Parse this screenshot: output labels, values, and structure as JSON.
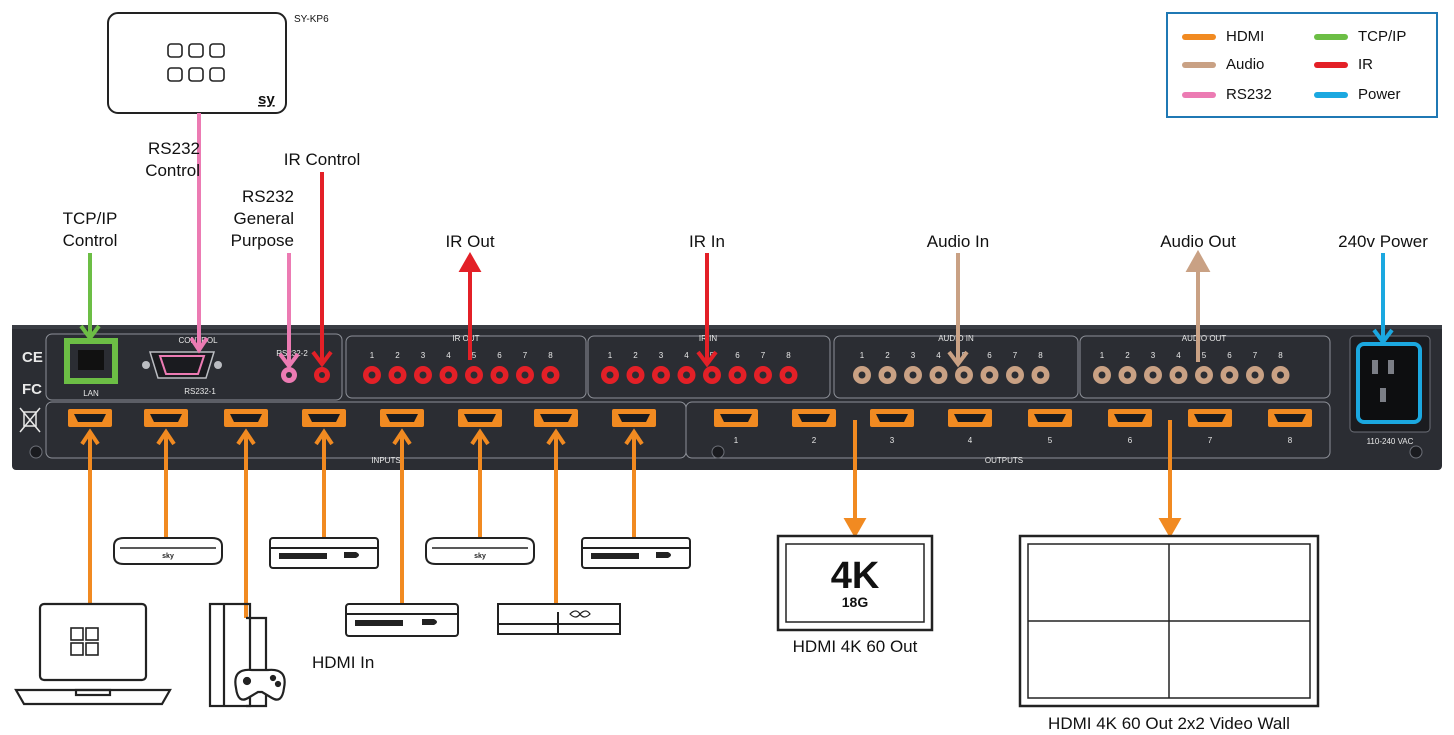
{
  "legend": [
    {
      "label": "HDMI",
      "color": "#f18a21"
    },
    {
      "label": "TCP/IP",
      "color": "#6cbe45"
    },
    {
      "label": "Audio",
      "color": "#c9a184"
    },
    {
      "label": "IR",
      "color": "#e32027"
    },
    {
      "label": "RS232",
      "color": "#ec7bb3"
    },
    {
      "label": "Power",
      "color": "#1ba8e0"
    }
  ],
  "keypad": {
    "model": "SY-KP6",
    "logo": "sy"
  },
  "labels": {
    "rs232_control": [
      "RS232",
      "Control"
    ],
    "ir_control": "IR Control",
    "rs232_general": [
      "RS232",
      "General",
      "Purpose"
    ],
    "tcpip_control": [
      "TCP/IP",
      "Control"
    ],
    "ir_out": "IR Out",
    "ir_in": "IR In",
    "audio_in": "Audio In",
    "audio_out": "Audio Out",
    "power": "240v Power",
    "hdmi_in": "HDMI In",
    "hdmi_4k_out": "HDMI 4K 60 Out",
    "video_wall": "HDMI 4K 60 Out 2x2 Video Wall"
  },
  "panel": {
    "control": "CONTROL",
    "ir_out": "IR OUT",
    "ir_in": "IR IN",
    "audio_in": "AUDIO IN",
    "audio_out": "AUDIO OUT",
    "lan": "LAN",
    "rs232_1": "RS232-1",
    "rs232_2": "RS232-2",
    "inputs": "INPUTS",
    "outputs": "OUTPUTS",
    "vac": "110-240 VAC",
    "ce": "CE",
    "fc": "FC",
    "port_numbers": [
      "1",
      "2",
      "3",
      "4",
      "5",
      "6",
      "7",
      "8"
    ]
  },
  "display": {
    "big": "4K",
    "small": "18G"
  },
  "devices": {
    "sky": "sky"
  }
}
